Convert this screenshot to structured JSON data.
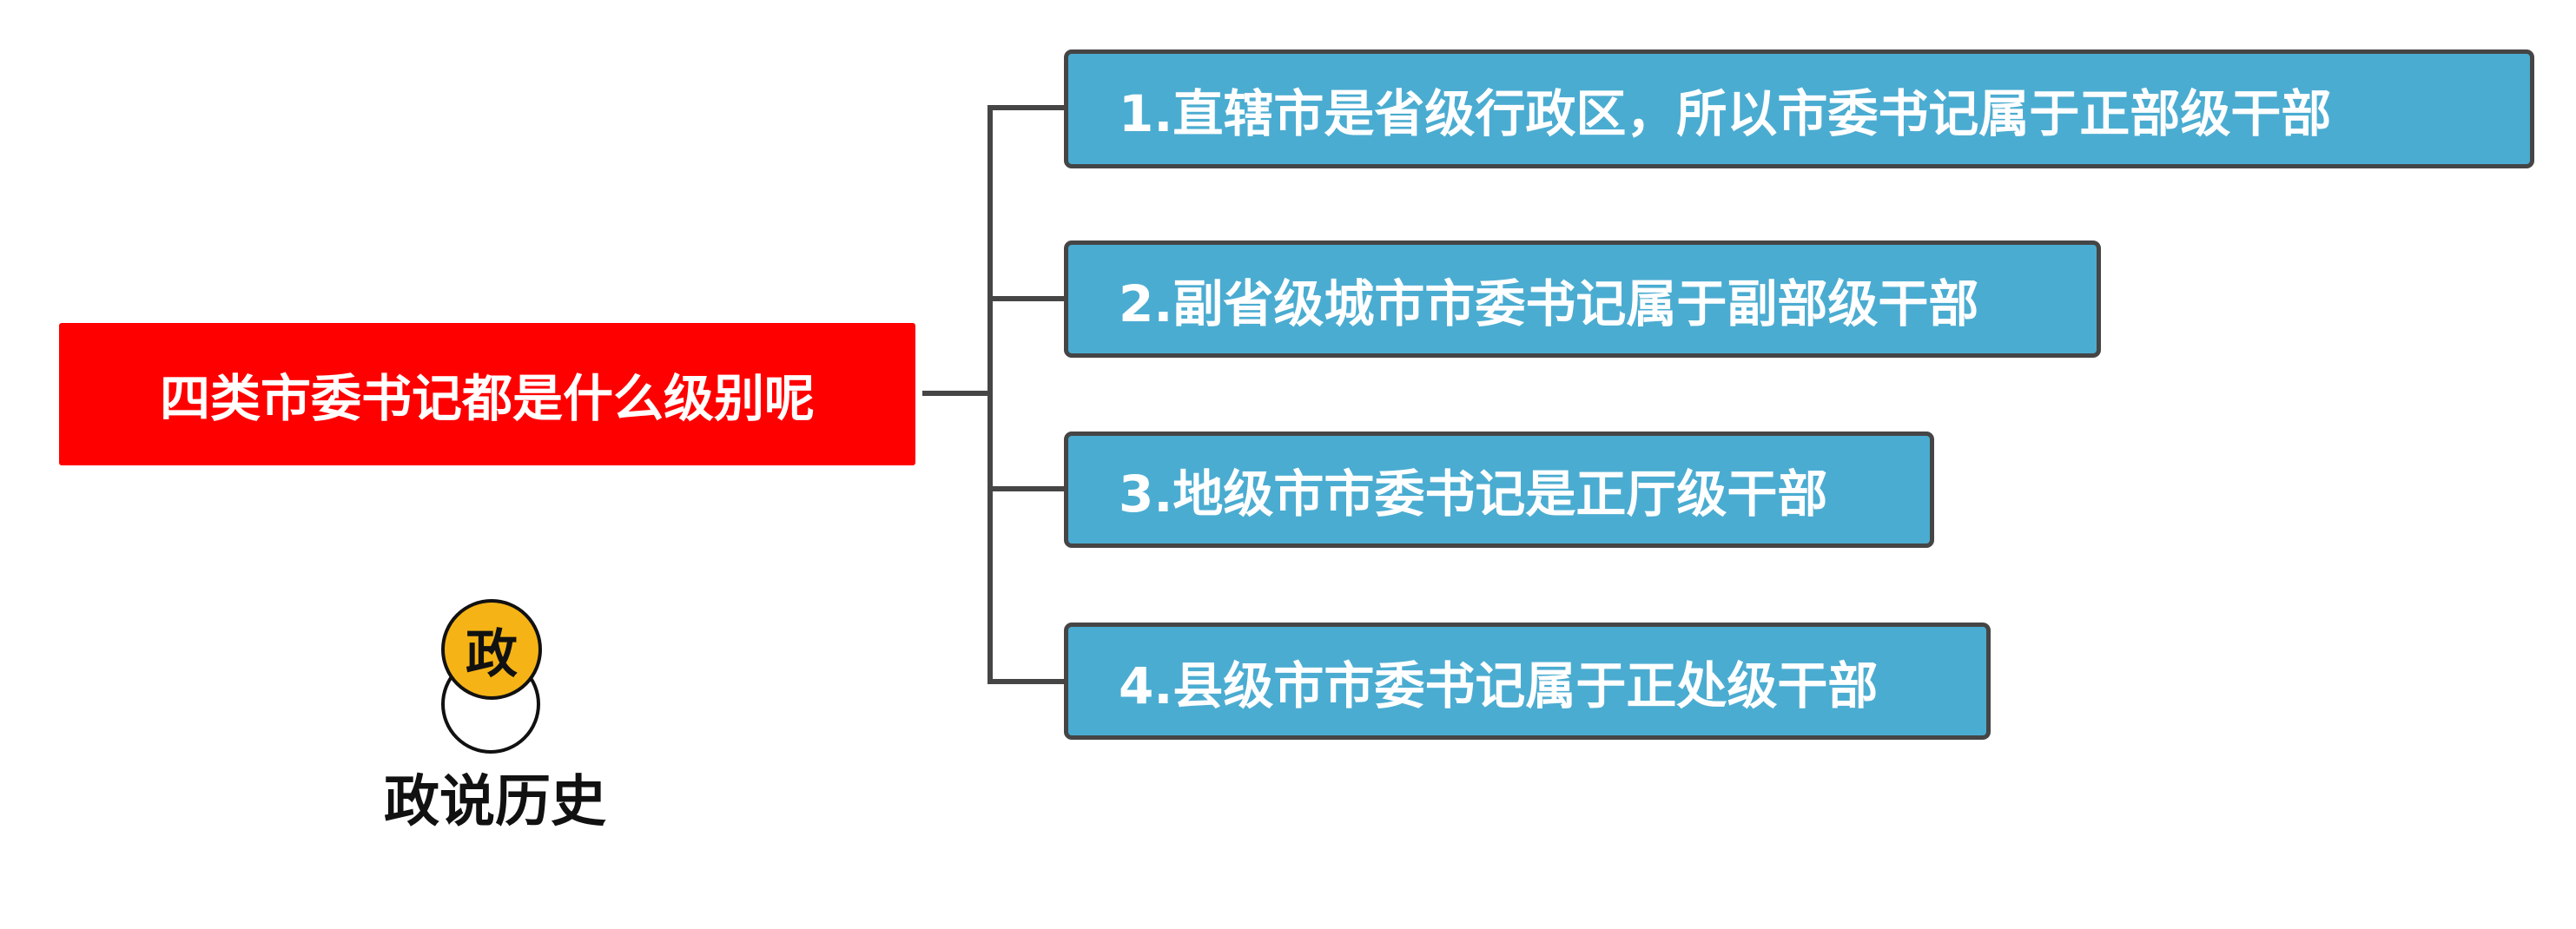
{
  "mindmap": {
    "root": {
      "label": "四类市委书记都是什么级别呢",
      "color": "#ff0000"
    },
    "children": [
      {
        "label": "1.直辖市是省级行政区，所以市委书记属于正部级干部"
      },
      {
        "label": "2.副省级城市市委书记属于副部级干部"
      },
      {
        "label": "3.地级市市委书记是正厅级干部"
      },
      {
        "label": "4.县级市市委书记属于正处级干部"
      }
    ],
    "child_color": "#4bacd1",
    "connector_color": "#454545"
  },
  "logo": {
    "badge_char": "政",
    "name": "政说历史",
    "badge_color": "#f5b316"
  }
}
